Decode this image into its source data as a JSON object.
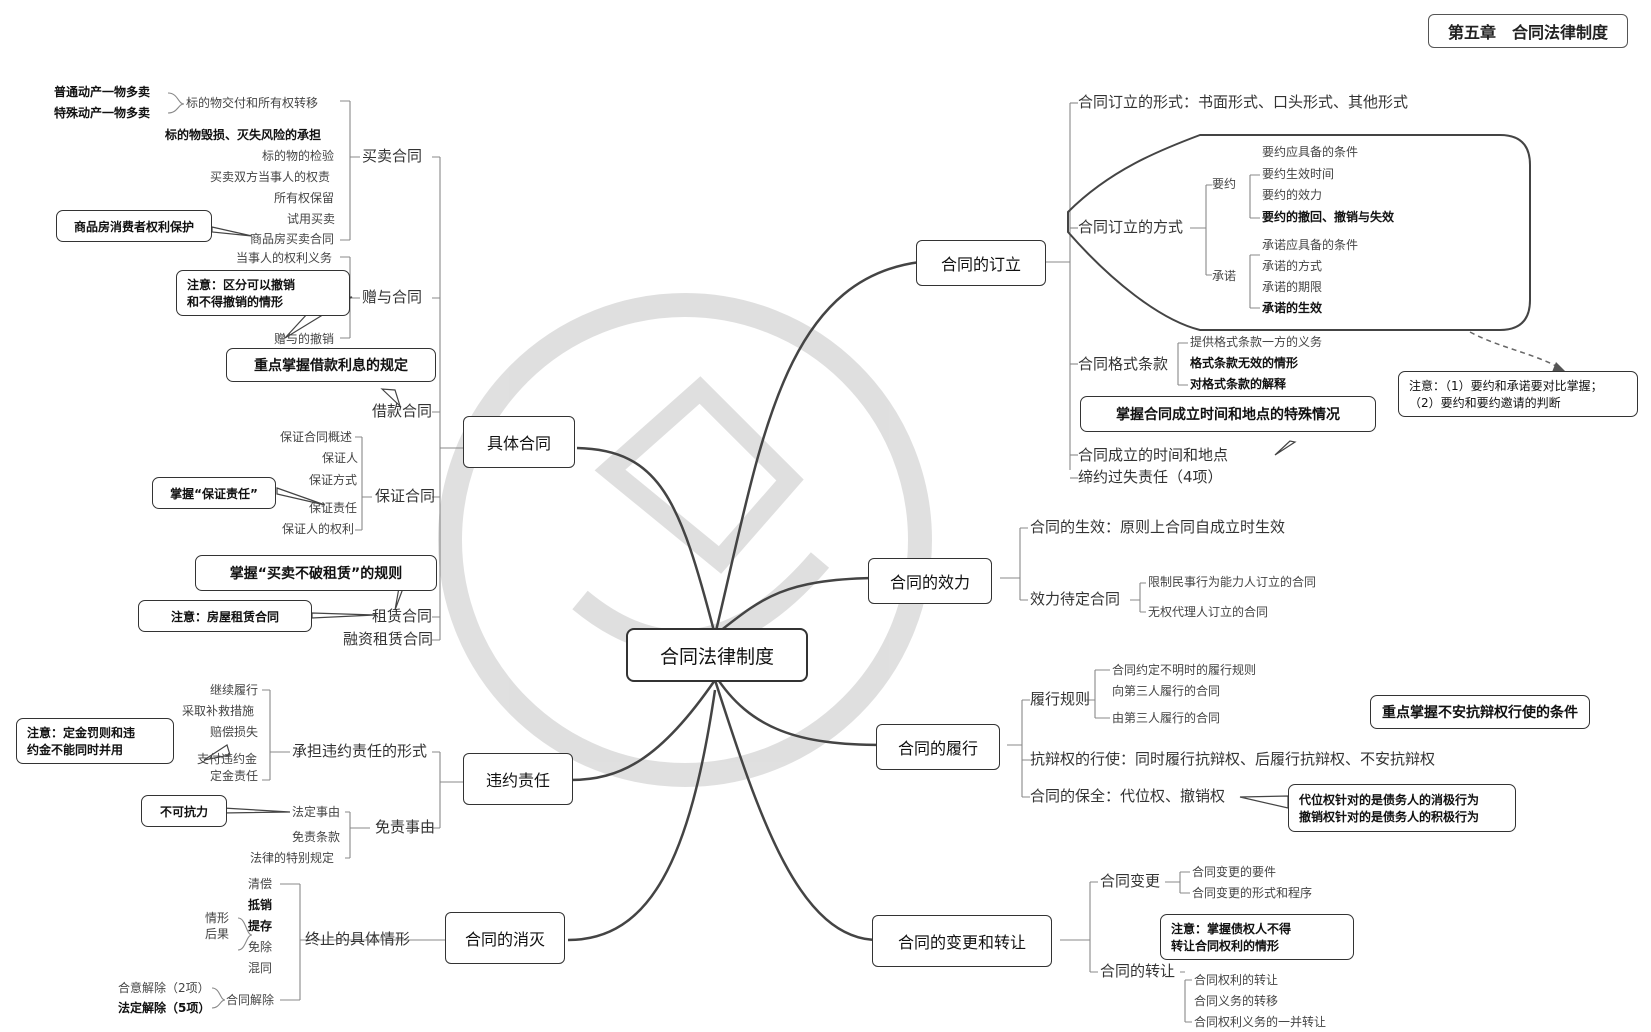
{
  "chapter": "第五章　合同法律制度",
  "center": "合同法律制度",
  "branches": {
    "dingli": "合同的订立",
    "xiaoli": "合同的效力",
    "lvxing": "合同的履行",
    "biangeng": "合同的变更和转让",
    "juti": "具体合同",
    "weiyue": "违约责任",
    "xiaomie": "合同的消灭"
  },
  "dingli": {
    "xingshi": "合同订立的形式：书面形式、口头形式、其他形式",
    "fangshi": "合同订立的方式",
    "yaoyue": "要约",
    "yaoyue_items": [
      "要约应具备的条件",
      "要约生效时间",
      "要约的效力",
      "要约的撤回、撤销与失效"
    ],
    "chengnuo": "承诺",
    "chengnuo_items": [
      "承诺应具备的条件",
      "承诺的方式",
      "承诺的期限",
      "承诺的生效"
    ],
    "note_compare": [
      "注意：（1）要约和承诺要对比掌握；",
      "（2）要约和要约邀请的判断"
    ],
    "geshi": "合同格式条款",
    "geshi_items": [
      "提供格式条款一方的义务",
      "格式条款无效的情形",
      "对格式条款的解释"
    ],
    "note_time": "掌握合同成立时间和地点的特殊情况",
    "chengli": "合同成立的时间和地点",
    "dingyue": "缔约过失责任（4项）"
  },
  "xiaoli": {
    "shengxiao": "合同的生效：原则上合同自成立时生效",
    "daiding": "效力待定合同",
    "daiding_items": [
      "限制民事行为能力人订立的合同",
      "无权代理人订立的合同"
    ]
  },
  "lvxing": {
    "guize": "履行规则",
    "guize_items": [
      "合同约定不明时的履行规则",
      "向第三人履行的合同",
      "由第三人履行的合同"
    ],
    "note_bu": "重点掌握不安抗辩权行使的条件",
    "kangbian": "抗辩权的行使：同时履行抗辩权、后履行抗辩权、不安抗辩权",
    "baoquan": "合同的保全：代位权、撤销权",
    "note_daiwei": [
      "代位权针对的是债务人的消极行为",
      "撤销权针对的是债务人的积极行为"
    ]
  },
  "biangeng": {
    "biangeng": "合同变更",
    "biangeng_items": [
      "合同变更的要件",
      "合同变更的形式和程序"
    ],
    "note_zhuan": [
      "注意：掌握债权人不得",
      "转让合同权利的情形"
    ],
    "zhuanrang": "合同的转让",
    "zhuanrang_items": [
      "合同权利的转让",
      "合同义务的转移",
      "合同权利义务的一并转让"
    ]
  },
  "juti": {
    "maimai": "买卖合同",
    "biaodi": "标的物交付和所有权转移",
    "putong": "普通动产一物多卖",
    "teshu": "特殊动产一物多卖",
    "maimai_items": [
      "标的物毁损、灭失风险的承担",
      "标的物的检验",
      "买卖双方当事人的权责",
      "所有权保留",
      "试用买卖",
      "商品房买卖合同"
    ],
    "note_shangpin": "商品房消费者权利保护",
    "zengyu": "赠与合同",
    "zengyu_items": [
      "当事人的权利义务",
      "赠与的撤销"
    ],
    "note_zengyu": [
      "注意：区分可以撤销",
      "和不得撤销的情形"
    ],
    "note_jiekuan": "重点掌握借款利息的规定",
    "jiekuan": "借款合同",
    "baozheng": "保证合同",
    "baozheng_items": [
      "保证合同概述",
      "保证人",
      "保证方式",
      "保证责任",
      "保证人的权利"
    ],
    "note_baozheng": "掌握“保证责任”",
    "note_zulin": "掌握“买卖不破租赁”的规则",
    "note_fangwu": "注意：房屋租赁合同",
    "zulin": "租赁合同",
    "rongzi": "融资租赁合同"
  },
  "weiyue": {
    "chengdan": "承担违约责任的形式",
    "chengdan_items": [
      "继续履行",
      "采取补救措施",
      "赔偿损失",
      "支付违约金",
      "定金责任"
    ],
    "note_dingjin": [
      "注意：定金罚则和违",
      "约金不能同时并用"
    ],
    "mianze": "免责事由",
    "mianze_items": [
      "法定事由",
      "免责条款",
      "法律的特别规定"
    ],
    "note_buke": "不可抗力"
  },
  "xiaomie": {
    "zhongzhi": "终止的具体情形",
    "items": [
      "清偿",
      "抵销",
      "提存",
      "免除",
      "混同",
      "合同解除"
    ],
    "qingxing": [
      "情形",
      "后果"
    ],
    "heyi": "合意解除（2项）",
    "fading": "法定解除（5项）"
  }
}
